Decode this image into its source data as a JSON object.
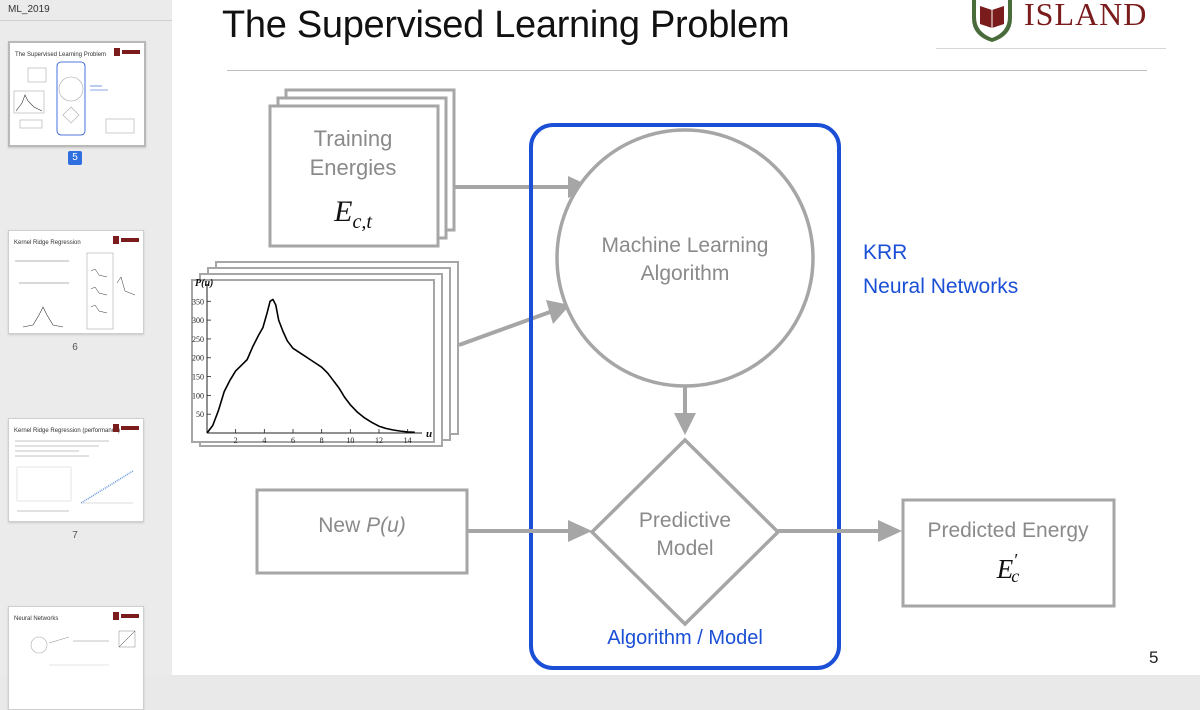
{
  "sidebar": {
    "document_title": "ML_2019",
    "thumbnails": [
      {
        "page": "5",
        "title": "The Supervised Learning Problem",
        "active": true
      },
      {
        "page": "6",
        "title": "Kernel Ridge Regression",
        "active": false
      },
      {
        "page": "7",
        "title": "Kernel Ridge Regression (performance)",
        "active": false
      },
      {
        "page": "",
        "title": "Neural Networks",
        "active": false
      }
    ]
  },
  "slide": {
    "title": "The Supervised Learning Problem",
    "logo_text": "ISLAND",
    "page_number": "5",
    "training": {
      "line1": "Training",
      "line2": "Energies",
      "symbol_base": "E",
      "symbol_sub": "c,t"
    },
    "ml_algorithm": {
      "line1": "Machine Learning",
      "line2": "Algorithm"
    },
    "methods": [
      "KRR",
      "Neural Networks"
    ],
    "new_input": {
      "prefix": "New ",
      "symbol": "P(u)"
    },
    "predictive": {
      "line1": "Predictive",
      "line2": "Model"
    },
    "predicted": {
      "label": "Predicted Energy",
      "symbol_base": "E",
      "symbol_sub": "c",
      "symbol_prime": "′"
    },
    "container_label": "Algorithm / Model",
    "accent_color": "#1a4fd6",
    "gray_color": "#a6a6a6"
  },
  "chart_data": {
    "type": "line",
    "ylabel": "P(u)",
    "xlabel": "u",
    "xlim": [
      0,
      15
    ],
    "ylim": [
      0,
      380
    ],
    "xticks": [
      2,
      4,
      6,
      8,
      10,
      12,
      14
    ],
    "yticks": [
      50,
      100,
      150,
      200,
      250,
      300,
      350
    ],
    "series": [
      {
        "x": [
          0,
          0.4,
          0.8,
          1.2,
          1.6,
          2.0,
          2.4,
          2.8,
          3.2,
          3.6,
          3.9,
          4.2,
          4.4,
          4.6,
          4.8,
          5.0,
          5.3,
          5.6,
          6.0,
          6.4,
          6.8,
          7.2,
          7.6,
          8.0,
          8.4,
          8.8,
          9.2,
          9.6,
          10.0,
          10.5,
          11.0,
          11.5,
          12.0,
          12.5,
          13.0,
          13.5,
          14.0,
          14.5
        ],
        "y": [
          0,
          20,
          60,
          110,
          140,
          165,
          180,
          195,
          230,
          260,
          280,
          320,
          350,
          355,
          340,
          300,
          270,
          245,
          225,
          215,
          205,
          195,
          185,
          175,
          160,
          140,
          120,
          95,
          75,
          55,
          40,
          28,
          18,
          12,
          8,
          5,
          3,
          2
        ]
      }
    ]
  }
}
